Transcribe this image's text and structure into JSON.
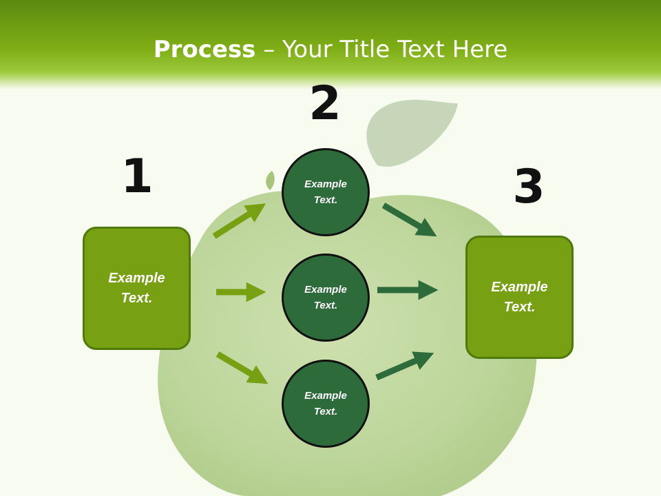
{
  "title": {
    "strong": "Process",
    "rest": " – Your Title Text Here"
  },
  "steps": [
    {
      "number": "1"
    },
    {
      "number": "2"
    },
    {
      "number": "3"
    }
  ],
  "left_box": {
    "text": "Example Text."
  },
  "right_box": {
    "text": "Example Text."
  },
  "circles": [
    {
      "text": "Example Text."
    },
    {
      "text": "Example Text."
    },
    {
      "text": "Example Text."
    }
  ],
  "colors": {
    "header": "#7fae16",
    "box": "#77a012",
    "circle": "#2e6b3a",
    "arrow_light": "#77a012",
    "arrow_dark": "#2e6b3a"
  },
  "background_image": "grass-apple"
}
